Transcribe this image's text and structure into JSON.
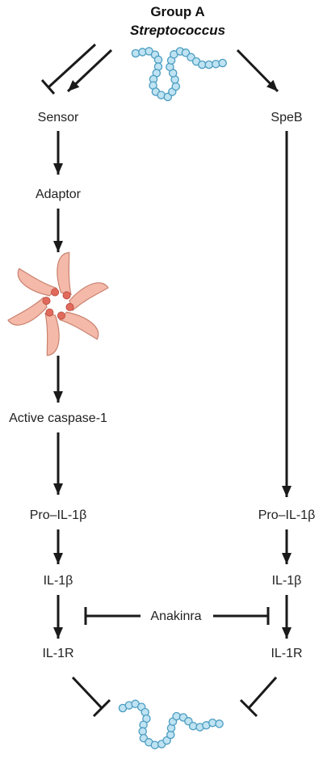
{
  "title": {
    "line1": "Group A",
    "line2": "Streptococcus"
  },
  "left_pathway": {
    "sensor": "Sensor",
    "adaptor": "Adaptor",
    "caspase": "Active caspase-1",
    "pro_il1b": "Pro–IL-1β",
    "il1b": "IL-1β",
    "il1r": "IL-1R"
  },
  "right_pathway": {
    "speb": "SpeB",
    "pro_il1b": "Pro–IL-1β",
    "il1b": "IL-1β",
    "il1r": "IL-1R"
  },
  "inhibitor": "Anakinra",
  "icons": {
    "bacterium": "streptococcus-chain-icon",
    "inflammasome": "inflammasome-icon"
  },
  "colors": {
    "arrow": "#1a1a1a",
    "bacterium_fill": "#bfe3f2",
    "bacterium_stroke": "#4a9cc0",
    "inflammasome_fill": "#f4b9a9",
    "inflammasome_stroke": "#c9826f",
    "inflammasome_dot": "#e06a5c"
  }
}
